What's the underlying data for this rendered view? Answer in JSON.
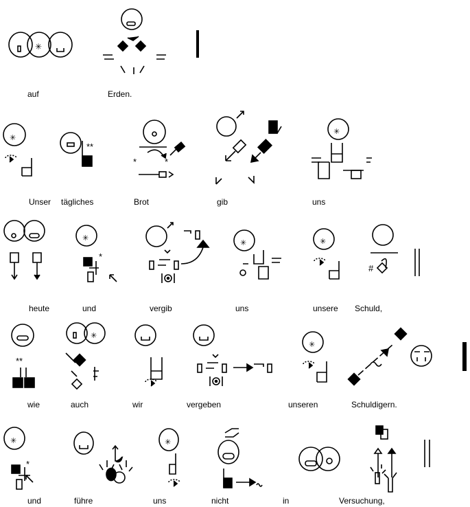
{
  "rows": [
    {
      "words": [
        "auf",
        "Erden."
      ]
    },
    {
      "words": [
        "Unser",
        "tägliches",
        "Brot",
        "gib",
        "uns"
      ]
    },
    {
      "words": [
        "heute",
        "und",
        "vergib",
        "uns",
        "unsere",
        "Schuld,"
      ]
    },
    {
      "words": [
        "wie",
        "auch",
        "wir",
        "vergeben",
        "unseren",
        "Schuldigern."
      ]
    },
    {
      "words": [
        "und",
        "führe",
        "uns",
        "nicht",
        "in",
        "Versuchung,"
      ]
    }
  ]
}
